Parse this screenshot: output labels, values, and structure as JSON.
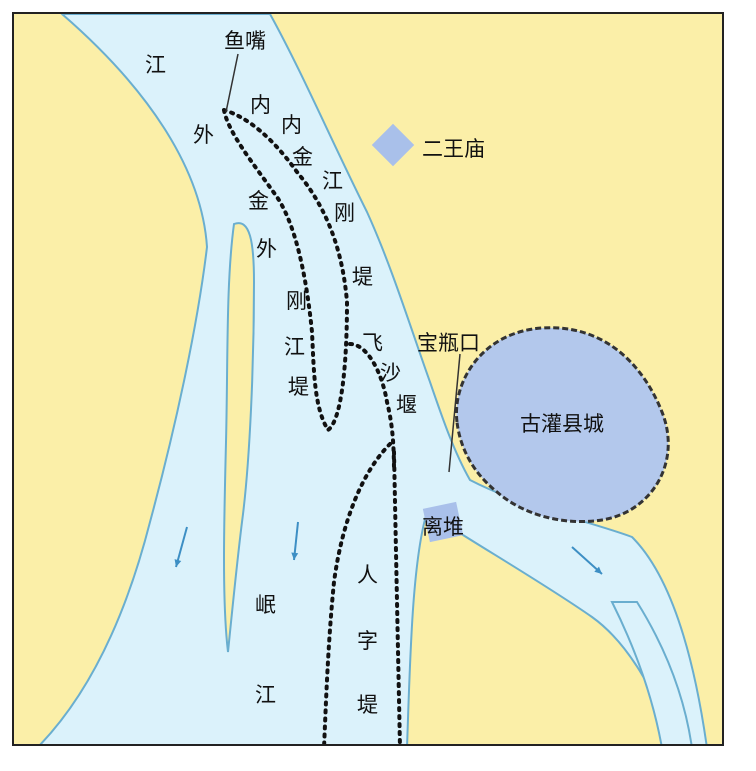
{
  "colors": {
    "land": "#fbefa8",
    "water": "#dbf2fb",
    "water_edge": "#6aaecf",
    "city_fill": "#b3c8ec",
    "city_edge": "#333333",
    "temple_fill": "#a9c0ea",
    "arrow": "#3d8fc4",
    "levee": "#111111"
  },
  "labels": {
    "fish_mouth": "鱼嘴",
    "jiang_top": "江",
    "wai": "外",
    "nei_1": "内",
    "nei_2": "内",
    "jin_outer": "金",
    "jin_inner": "金",
    "jiang_inner": "江",
    "gang_inner": "刚",
    "di_inner": "堤",
    "wai_2": "外",
    "gang_outer": "刚",
    "jiang_outer": "江",
    "di_outer": "堤",
    "fei": "飞",
    "sha": "沙",
    "di_feisha": "堰",
    "temple": "二王庙",
    "bottle_neck": "宝瓶口",
    "county_city": "古灌县城",
    "lidui": "离堆",
    "min": "岷",
    "jiang_min": "江",
    "ren": "人",
    "zi": "字",
    "di_renzi": "堤"
  }
}
